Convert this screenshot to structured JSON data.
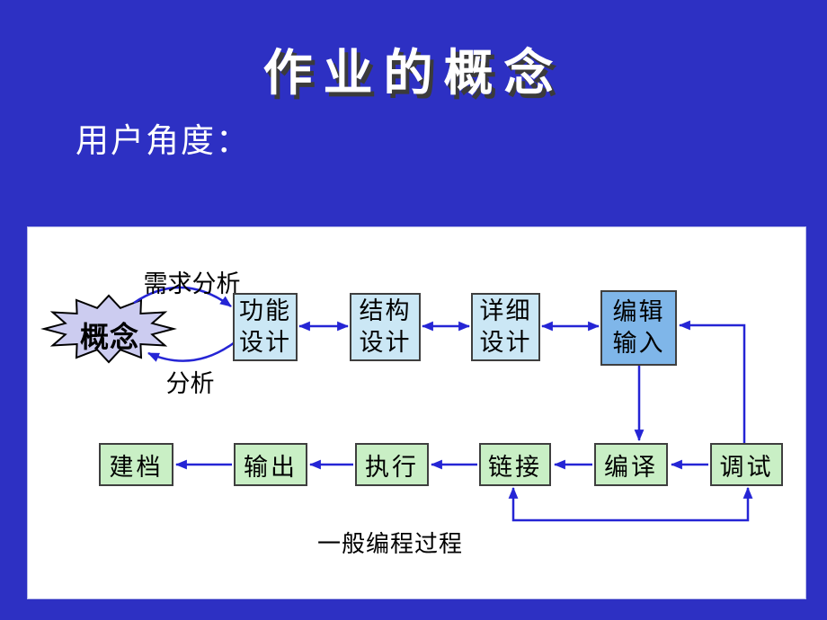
{
  "slide": {
    "title": "作业的概念",
    "subtitle": "用户角度："
  },
  "diagram": {
    "concept_label": "概念",
    "requirements_arrow_label": "需求分析",
    "analysis_arrow_label": "分析",
    "caption": "一般编程过程",
    "design_boxes": [
      {
        "line1": "功能",
        "line2": "设计"
      },
      {
        "line1": "结构",
        "line2": "设计"
      },
      {
        "line1": "详细",
        "line2": "设计"
      },
      {
        "line1": "编辑",
        "line2": "输入"
      }
    ],
    "process_boxes": [
      {
        "label": "建档"
      },
      {
        "label": "输出"
      },
      {
        "label": "执行"
      },
      {
        "label": "链接"
      },
      {
        "label": "编译"
      },
      {
        "label": "调试"
      }
    ]
  },
  "colors": {
    "background": "#2d30c3",
    "panel": "#ffffff",
    "arrow": "#2525d5",
    "design_box_fill": "#cbe7f5",
    "edit_box_fill": "#7fb6e9",
    "process_box_fill": "#c9efc5",
    "concept_fill": "#ccccf0",
    "box_border": "#3f3f3f",
    "title_text": "#ffffff",
    "title_shadow": "#3b3b3b"
  }
}
